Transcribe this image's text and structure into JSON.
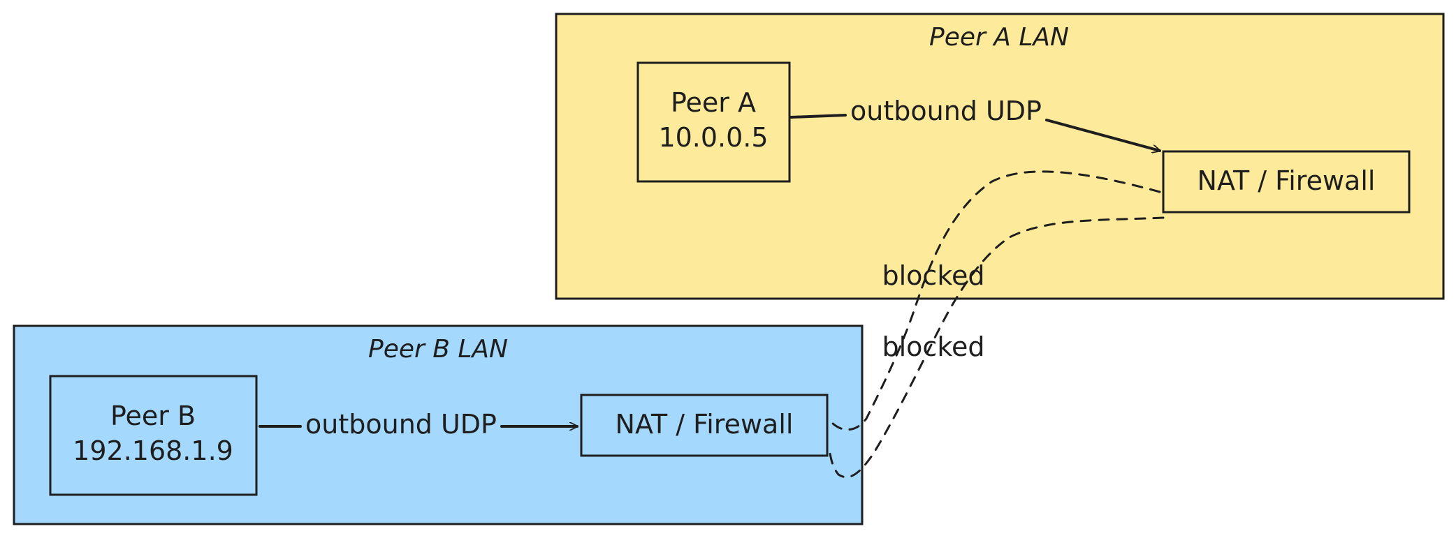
{
  "groups": {
    "peer_a_lan": {
      "title": "Peer A LAN",
      "fill": "#fdea9a"
    },
    "peer_b_lan": {
      "title": "Peer B LAN",
      "fill": "#a5d8fd"
    }
  },
  "nodes": {
    "peer_a": {
      "name": "Peer A",
      "ip": "10.0.0.5"
    },
    "nat_a": {
      "label": "NAT / Firewall"
    },
    "peer_b": {
      "name": "Peer B",
      "ip": "192.168.1.9"
    },
    "nat_b": {
      "label": "NAT / Firewall"
    }
  },
  "edges": {
    "a_outbound": {
      "label": "outbound UDP"
    },
    "b_outbound": {
      "label": "outbound UDP"
    },
    "blocked_1": {
      "label": "blocked"
    },
    "blocked_2": {
      "label": "blocked"
    }
  },
  "colors": {
    "stroke": "#1e1e1e",
    "background": "#ffffff"
  }
}
